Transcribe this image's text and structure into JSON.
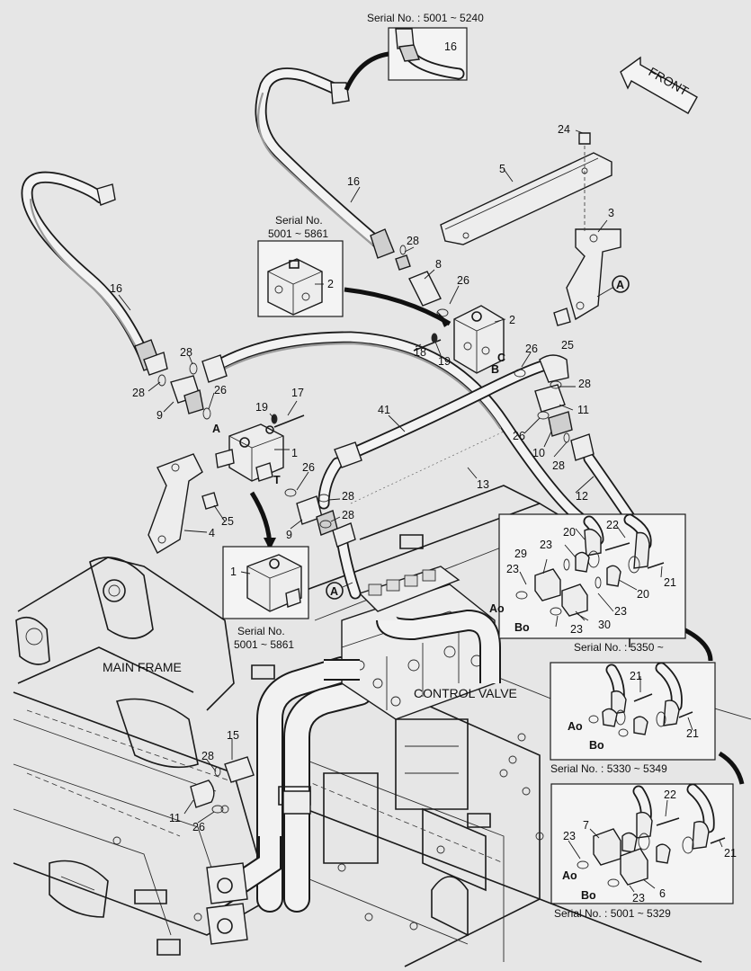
{
  "serials": {
    "top": "Serial No. : 5001 ~ 5240",
    "left_l1": "Serial No.",
    "left_l2": "5001 ~ 5861",
    "valve_l1": "Serial No.",
    "valve_l2": "5001 ~ 5861",
    "s5350": "Serial No. : 5350 ~",
    "s5330": "Serial No. : 5330 ~ 5349",
    "s5001": "Serial No. : 5001 ~ 5329"
  },
  "labels": {
    "front": "FRONT",
    "main_frame": "MAIN FRAME",
    "control_valve": "CONTROL VALVE"
  },
  "letters": {
    "A": "A",
    "B": "B",
    "C": "C",
    "T": "T",
    "Ao": "Ao",
    "Bo": "Bo",
    "A_circle": "A"
  },
  "parts": {
    "p1": "1",
    "p2": "2",
    "p3": "3",
    "p4": "4",
    "p5": "5",
    "p6": "6",
    "p7": "7",
    "p8": "8",
    "p9": "9",
    "p10": "10",
    "p11": "11",
    "p12": "12",
    "p13": "13",
    "p15": "15",
    "p16": "16",
    "p17": "17",
    "p18": "18",
    "p19": "19",
    "p20": "20",
    "p21": "21",
    "p22": "22",
    "p23": "23",
    "p24": "24",
    "p25": "25",
    "p26": "26",
    "p28": "28",
    "p29": "29",
    "p30": "30",
    "p41": "41"
  }
}
